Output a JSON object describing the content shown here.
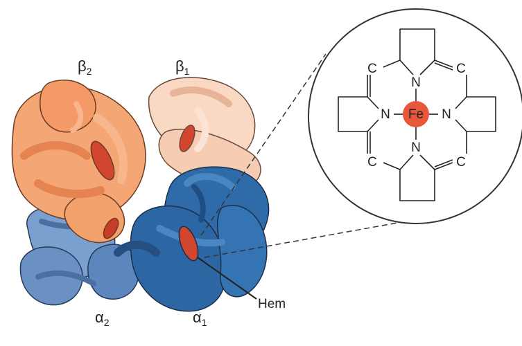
{
  "subunits": {
    "beta2": {
      "base": "β",
      "sub": "2"
    },
    "beta1": {
      "base": "β",
      "sub": "1"
    },
    "alpha2": {
      "base": "α",
      "sub": "2"
    },
    "alpha1": {
      "base": "α",
      "sub": "1"
    }
  },
  "heme_label": "Hem",
  "porphyrin": {
    "iron": "Fe",
    "nitrogen": "N",
    "carbon": "C"
  },
  "colors": {
    "beta2": "#f2a072",
    "beta1": "#f8d4bf",
    "alpha2": "#6f95c8",
    "alpha1": "#2e6aa6",
    "heme": "#d2452f",
    "iron": "#e8573c"
  }
}
